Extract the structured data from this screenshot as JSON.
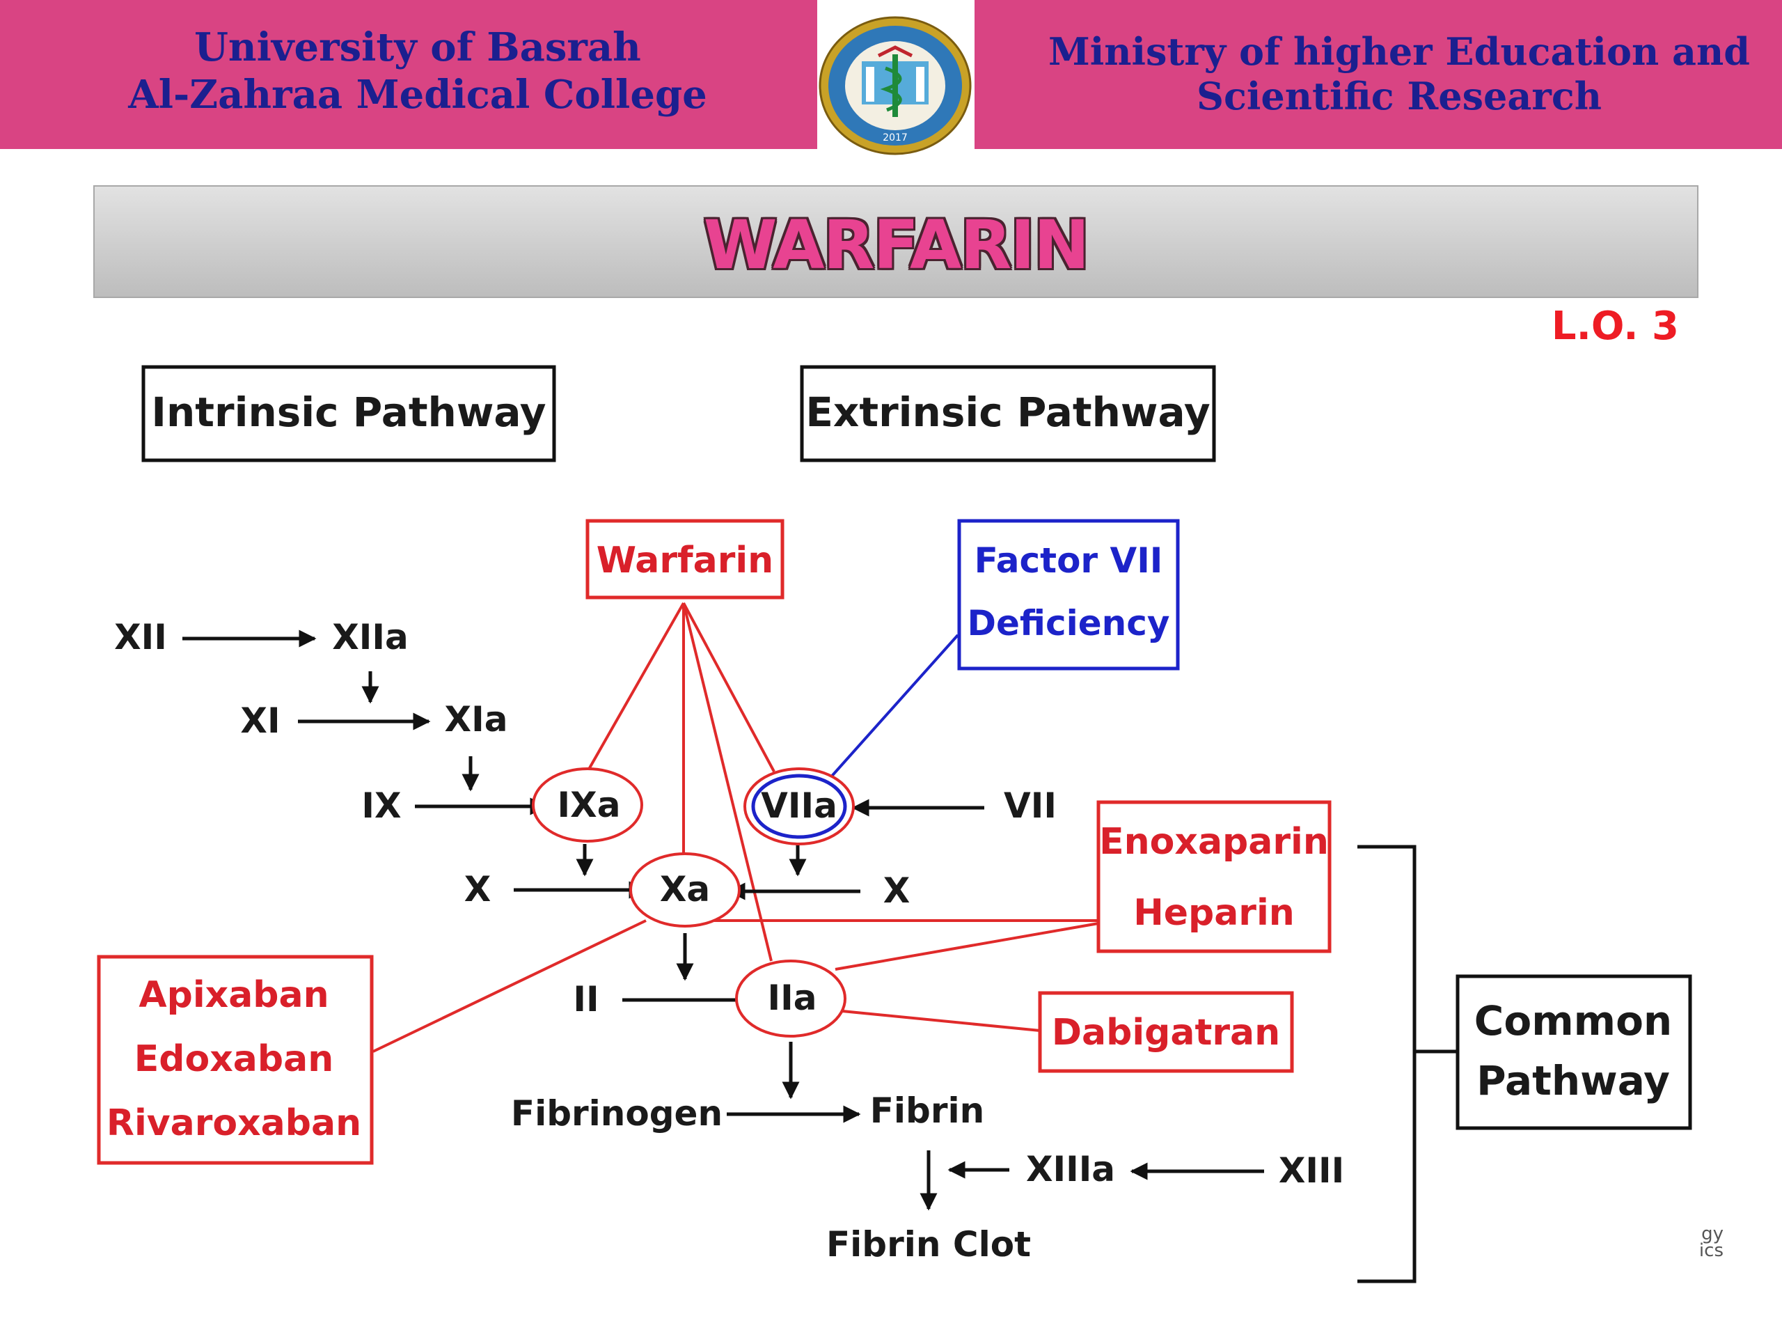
{
  "header": {
    "left_line1": "University of Basrah",
    "left_line2": "Al-Zahraa Medical College",
    "right_line1": "Ministry of higher Education  and",
    "right_line2": "Scientific Research",
    "logo_icon": "college-seal-icon",
    "logo_year": "2017"
  },
  "title": "WARFARIN",
  "lo_label": "L.O. 3",
  "colors": {
    "header_band": "#d94483",
    "header_text": "#1b1f8f",
    "title_fill": "#e84391",
    "drug_red": "#d9202a",
    "deficiency_blue": "#1c23c9"
  },
  "diagram": {
    "intrinsic_title": "Intrinsic Pathway",
    "extrinsic_title": "Extrinsic Pathway",
    "common_title_1": "Common",
    "common_title_2": "Pathway",
    "factors": {
      "xii": "XII",
      "xiia": "XIIa",
      "xi": "XI",
      "xia": "XIa",
      "ix": "IX",
      "ixa": "IXa",
      "vii": "VII",
      "viia": "VIIa",
      "x_left": "X",
      "x_right": "X",
      "xa": "Xa",
      "ii": "II",
      "iia": "IIa",
      "fibrinogen": "Fibrinogen",
      "fibrin": "Fibrin",
      "xiiia": "XIIIa",
      "xiii": "XIII",
      "fibrin_clot": "Fibrin Clot"
    },
    "drugs": {
      "warfarin": "Warfarin",
      "enoxaparin": "Enoxaparin",
      "heparin": "Heparin",
      "dabigatran": "Dabigatran",
      "apixaban": "Apixaban",
      "edoxaban": "Edoxaban",
      "rivaroxaban": "Rivaroxaban"
    },
    "deficiency": {
      "line1": "Factor VII",
      "line2": "Deficiency"
    },
    "watermark_1": "gy",
    "watermark_2": "ics"
  }
}
